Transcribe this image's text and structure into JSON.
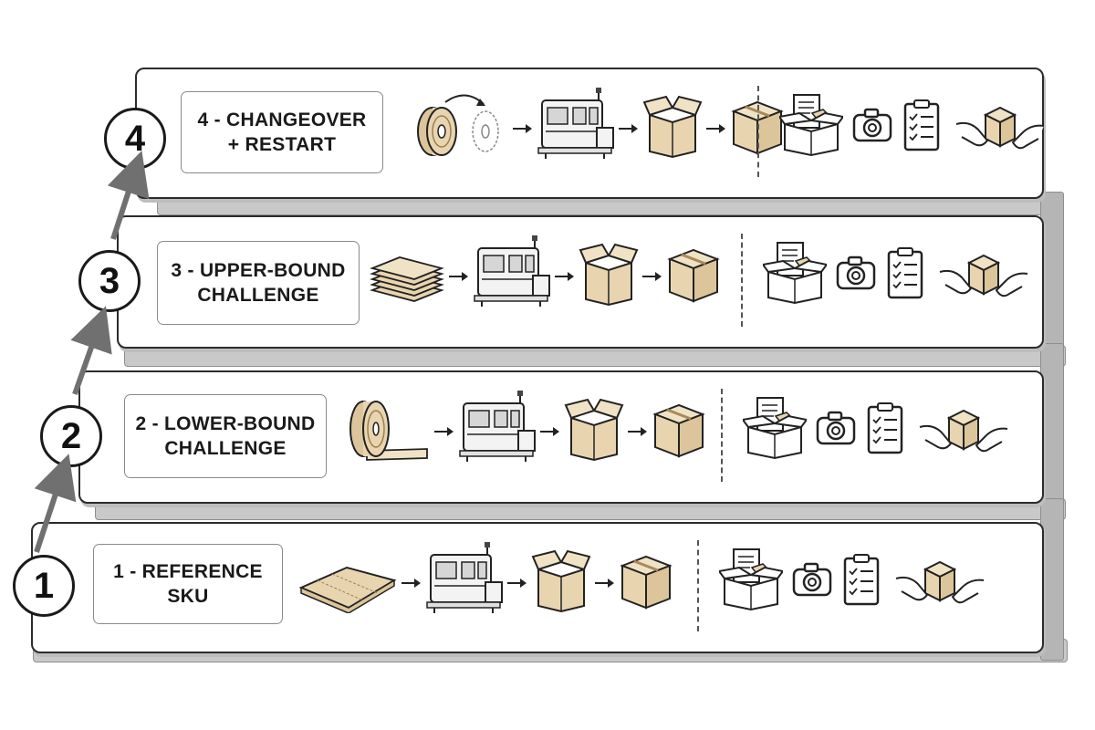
{
  "colors": {
    "cardboard": "#e8d5b0",
    "outline": "#1a1a1a",
    "arrow": "#707070",
    "ledge": "#c9c9c9"
  },
  "steps": [
    {
      "number": "4",
      "label": "4 - CHANGEOVER + RESTART",
      "input_icon": "roll-changeover-icon"
    },
    {
      "number": "3",
      "label": "3 - UPPER-BOUND CHALLENGE",
      "input_icon": "stacked-sheets-icon"
    },
    {
      "number": "2",
      "label": "2 - LOWER-BOUND CHALLENGE",
      "input_icon": "material-roll-icon"
    },
    {
      "number": "1",
      "label": "1 - REFERENCE SKU",
      "input_icon": "flat-blank-icon"
    }
  ],
  "process_icons": [
    "packaging-machine-icon",
    "open-box-icon",
    "closed-box-icon"
  ],
  "verification_icons": [
    "documents-box-icon",
    "camera-icon",
    "checklist-icon",
    "hands-box-icon"
  ]
}
